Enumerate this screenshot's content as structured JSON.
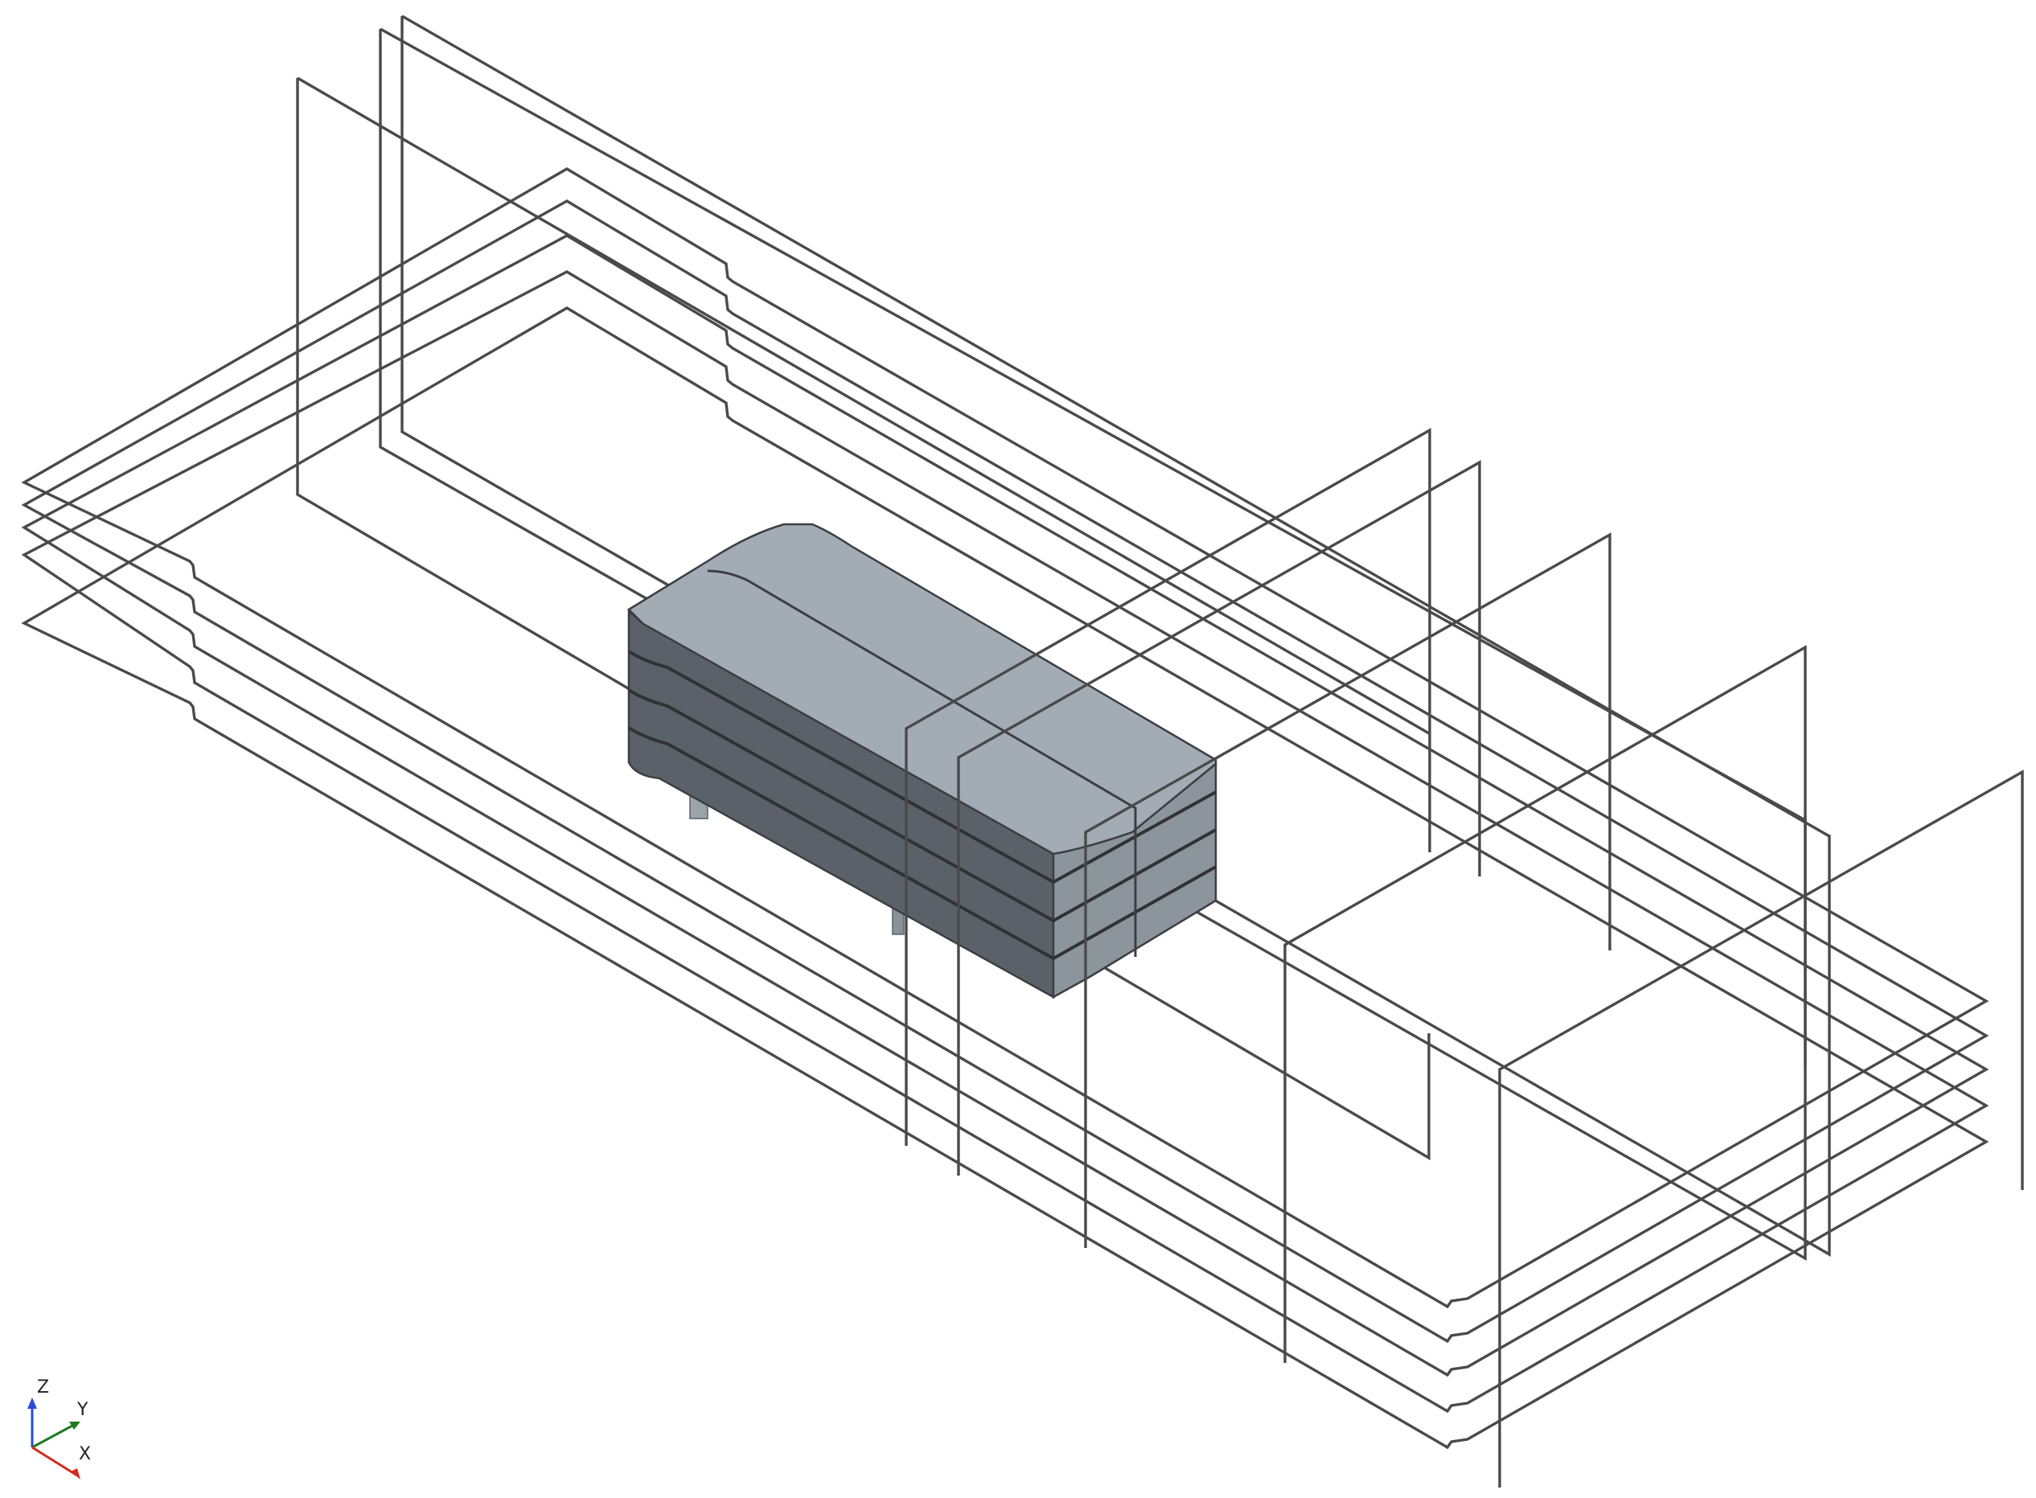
{
  "axes_triad": {
    "z_label": "Z",
    "y_label": "Y",
    "x_label": "X",
    "z_color": "#2b4bd6",
    "y_color": "#1f7a1f",
    "x_color": "#d22a1e"
  },
  "colors": {
    "background": "#ffffff",
    "wireframe": "#4a4a4a",
    "body_top": "#a3acb5",
    "body_side": "#5b6168",
    "body_end": "#8c949c",
    "body_edge": "#3b3f44"
  }
}
